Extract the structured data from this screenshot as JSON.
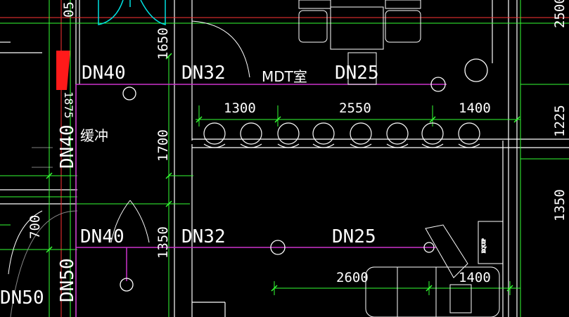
{
  "pipe_labels": {
    "top": [
      "DN40",
      "DN32",
      "DN25"
    ],
    "bottom": [
      "DN40",
      "DN32",
      "DN25"
    ],
    "vertical": [
      "DN40",
      "DN50"
    ],
    "bottom_left": "DN50"
  },
  "room_label": "MDT室",
  "buffer_label": "缓冲",
  "dimensions": {
    "top_row": [
      "1300",
      "2550",
      "1400"
    ],
    "bottom_row": [
      "2600",
      "1400"
    ],
    "vertical_mid": [
      "1650",
      "1700",
      "1350",
      "700"
    ],
    "right_edge": [
      "2500",
      "1225",
      "1350"
    ],
    "small_left": "1875",
    "top_left": "05"
  },
  "colors": {
    "background": "#000000",
    "pipe": "#cc33cc",
    "dimension": "#33ff33",
    "wall": "#ffffff",
    "axis": "#ff3333",
    "door": "#00ffff",
    "fixture": "#ffffff"
  }
}
